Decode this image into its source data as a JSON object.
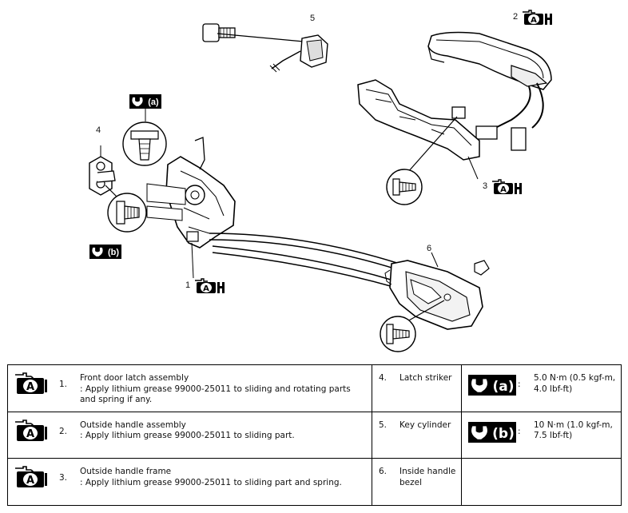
{
  "callouts": {
    "c1": "1",
    "c2": "2",
    "c3": "3",
    "c4": "4",
    "c5": "5",
    "c6": "6",
    "ta": "(a)",
    "tb": "(b)"
  },
  "table": {
    "rows": [
      {
        "num": "1.",
        "title": "Front door latch assembly",
        "note": ": Apply lithium grease 99000-25011 to sliding and rotating parts and spring if any.",
        "num2": "4.",
        "name2": "Latch striker",
        "torque_label": "(a)",
        "torque_value": "5.0 N·m (0.5 kgf-m, 4.0 lbf-ft)"
      },
      {
        "num": "2.",
        "title": "Outside handle assembly",
        "note": ": Apply lithium grease 99000-25011 to sliding part.",
        "num2": "5.",
        "name2": "Key cylinder",
        "torque_label": "(b)",
        "torque_value": "10 N·m (1.0 kgf-m, 7.5 lbf-ft)"
      },
      {
        "num": "3.",
        "title": "Outside handle frame",
        "note": ": Apply lithium grease 99000-25011 to sliding part and spring.",
        "num2": "6.",
        "name2": "Inside handle bezel",
        "torque_label": "",
        "torque_value": ""
      }
    ],
    "colon": ":",
    "grease_letter": "A"
  }
}
